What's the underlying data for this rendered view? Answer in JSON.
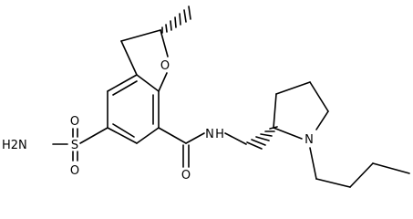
{
  "molecule": {
    "atoms": {
      "ring_oxygen": "O",
      "carbonyl_oxygen": "O",
      "amide_nitrogen": "N",
      "amide_hydrogen": "H",
      "pyrrolidine_nitrogen": "N",
      "sulfonyl_sulfur": "S",
      "sulfonyl_oxygen_top": "O",
      "sulfonyl_oxygen_bottom": "O",
      "sulfonamide_group": "H2N"
    },
    "stereo": {
      "methyl_bond": "hashed-wedge",
      "pyrrolidine_c2_bond": "hashed-wedge"
    }
  }
}
